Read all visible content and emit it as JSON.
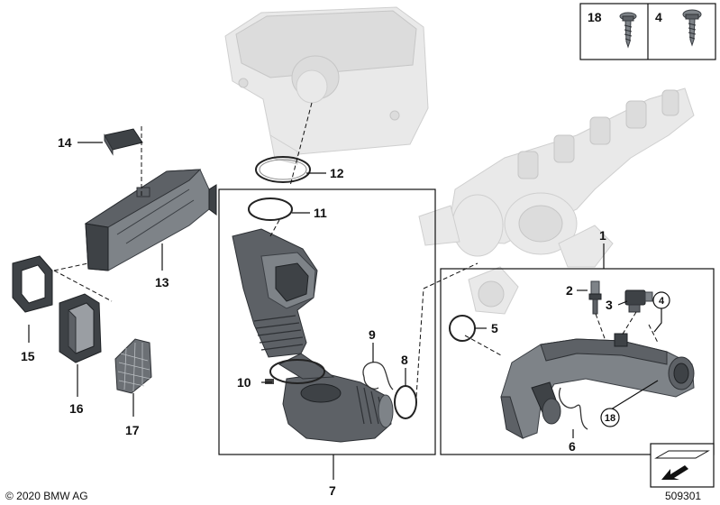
{
  "labels": {
    "p1": "1",
    "p2": "2",
    "p3": "3",
    "p4": "4",
    "p5": "5",
    "p6": "6",
    "p7": "7",
    "p8": "8",
    "p9": "9",
    "p10": "10",
    "p11": "11",
    "p12": "12",
    "p13": "13",
    "p14": "14",
    "p15": "15",
    "p16": "16",
    "p17": "17",
    "p18": "18"
  },
  "legend": {
    "left_num": "18",
    "right_num": "4"
  },
  "footer": {
    "copyright": "© 2020 BMW AG",
    "diagram_id": "509301"
  }
}
